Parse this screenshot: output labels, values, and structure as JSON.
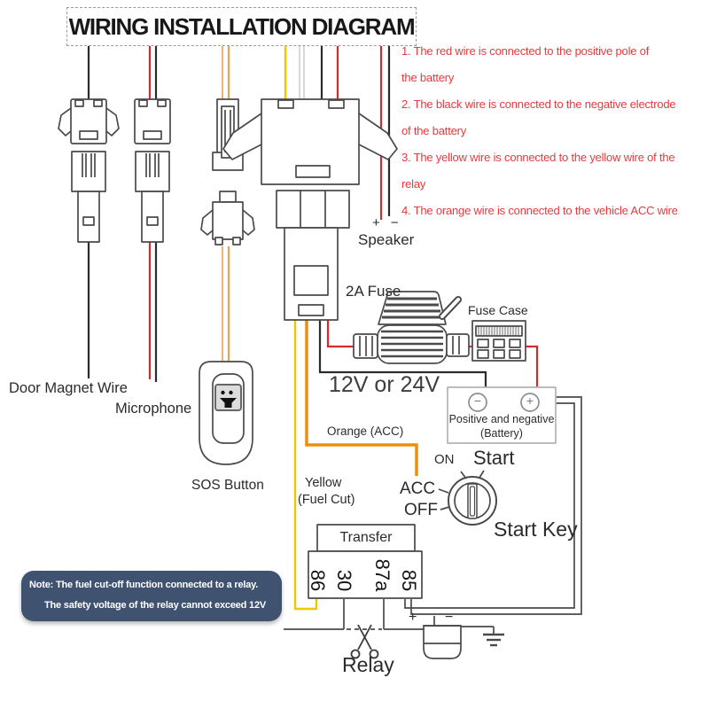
{
  "title": "WIRING INSTALLATION DIAGRAM",
  "instructions": [
    "1. The red wire is connected to the positive pole of",
    "the battery",
    "2. The black wire is connected to the negative electrode",
    "of the battery",
    "3. The yellow wire is connected to the yellow wire of the",
    "relay",
    "4. The orange wire is connected to the vehicle ACC wire"
  ],
  "components": {
    "speaker": {
      "label": "Speaker",
      "polarity": "+ −"
    },
    "fuse": {
      "label": "2A Fuse"
    },
    "fuse_case": {
      "label": "Fuse Case"
    },
    "power": {
      "label": "12V or 24V"
    },
    "door_magnet": {
      "label": "Door Magnet Wire"
    },
    "microphone": {
      "label": "Microphone"
    },
    "sos": {
      "label": "SOS Button"
    },
    "battery": {
      "line1": "Positive and negative",
      "line2": "(Battery)",
      "minus": "−",
      "plus": "+"
    },
    "wires": {
      "orange": "Orange (ACC)",
      "yellow_line1": "Yellow",
      "yellow_line2": "(Fuel Cut)"
    },
    "ignition": {
      "on": "ON",
      "start": "Start",
      "acc": "ACC",
      "off": "OFF",
      "label": "Start Key"
    },
    "relay": {
      "transfer": "Transfer",
      "pins": [
        "86",
        "30",
        "87a",
        "85"
      ],
      "label": "Relay",
      "pump_plus": "+",
      "pump_minus": "−"
    }
  },
  "note": {
    "line1": "Note: The fuel cut-off function connected to a relay.",
    "line2": "The safety voltage of the relay cannot exceed 12V"
  },
  "colors": {
    "instruction_red": "#e8393e",
    "wire_red": "#d42a2e",
    "wire_black": "#2b2b2b",
    "wire_yellow": "#f2c500",
    "wire_orange": "#ef8e0e",
    "wire_tan": "#e2b97c",
    "note_bg": "#3f5270",
    "outline": "#4a4a4a"
  }
}
